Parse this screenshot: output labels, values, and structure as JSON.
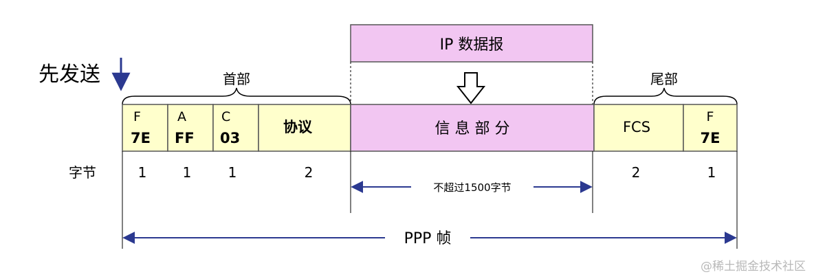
{
  "send_first": {
    "label": "先发送"
  },
  "header": {
    "label": "首部"
  },
  "trailer": {
    "label": "尾部"
  },
  "ip_datagram": {
    "label": "IP 数据报"
  },
  "fields": [
    {
      "name": "F",
      "value": "7E"
    },
    {
      "name": "A",
      "value": "FF"
    },
    {
      "name": "C",
      "value": "03"
    },
    {
      "name": "协议",
      "value": ""
    },
    {
      "name": "信 息 部 分",
      "value": ""
    },
    {
      "name": "FCS",
      "value": ""
    },
    {
      "name": "F",
      "value": "7E"
    }
  ],
  "bytes": {
    "row_label": "字节",
    "values": [
      "1",
      "1",
      "1",
      "2",
      "",
      "2",
      "1"
    ],
    "info_limit": "不超过1500字节"
  },
  "frame": {
    "label": "PPP 帧"
  },
  "watermark": "@稀土掘金技术社区",
  "colors": {
    "field_fill": "#FFFFCC",
    "ip_fill": "#F2C6F2",
    "arrow_blue": "#2B3990"
  }
}
